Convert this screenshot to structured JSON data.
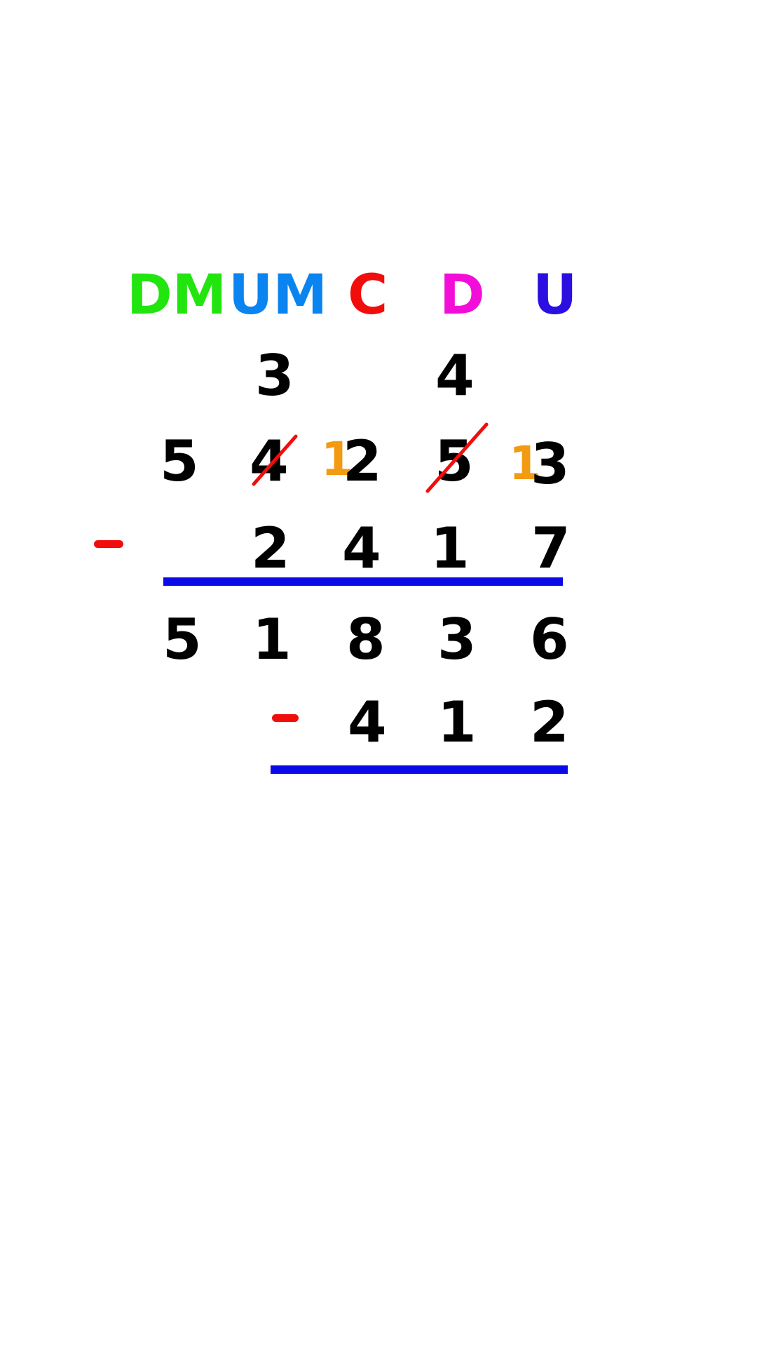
{
  "colors": {
    "dm": "#22e510",
    "um": "#0a84f0",
    "c": "#f20d0d",
    "d": "#f20dd9",
    "u": "#2b0ee0",
    "borrow": "#f29a12",
    "minus": "#f20d0d",
    "rule": "#0a0ae8",
    "strike": "#f20d0d",
    "digit": "#000000"
  },
  "headers": {
    "dm": "DM",
    "um": "UM",
    "c": "C",
    "d": "D",
    "u": "U"
  },
  "borrow_row": {
    "um": "3",
    "d": "4"
  },
  "minuend": {
    "dm": "5",
    "um": "4",
    "c_borrow": "1",
    "c": "2",
    "d": "5",
    "u_borrow": "1",
    "u": "3"
  },
  "subtrahend": {
    "um": "2",
    "c": "4",
    "d": "1",
    "u": "7"
  },
  "result": {
    "dm": "5",
    "um": "1",
    "c": "8",
    "d": "3",
    "u": "6"
  },
  "next_subtrahend": {
    "c": "4",
    "d": "1",
    "u": "2"
  }
}
